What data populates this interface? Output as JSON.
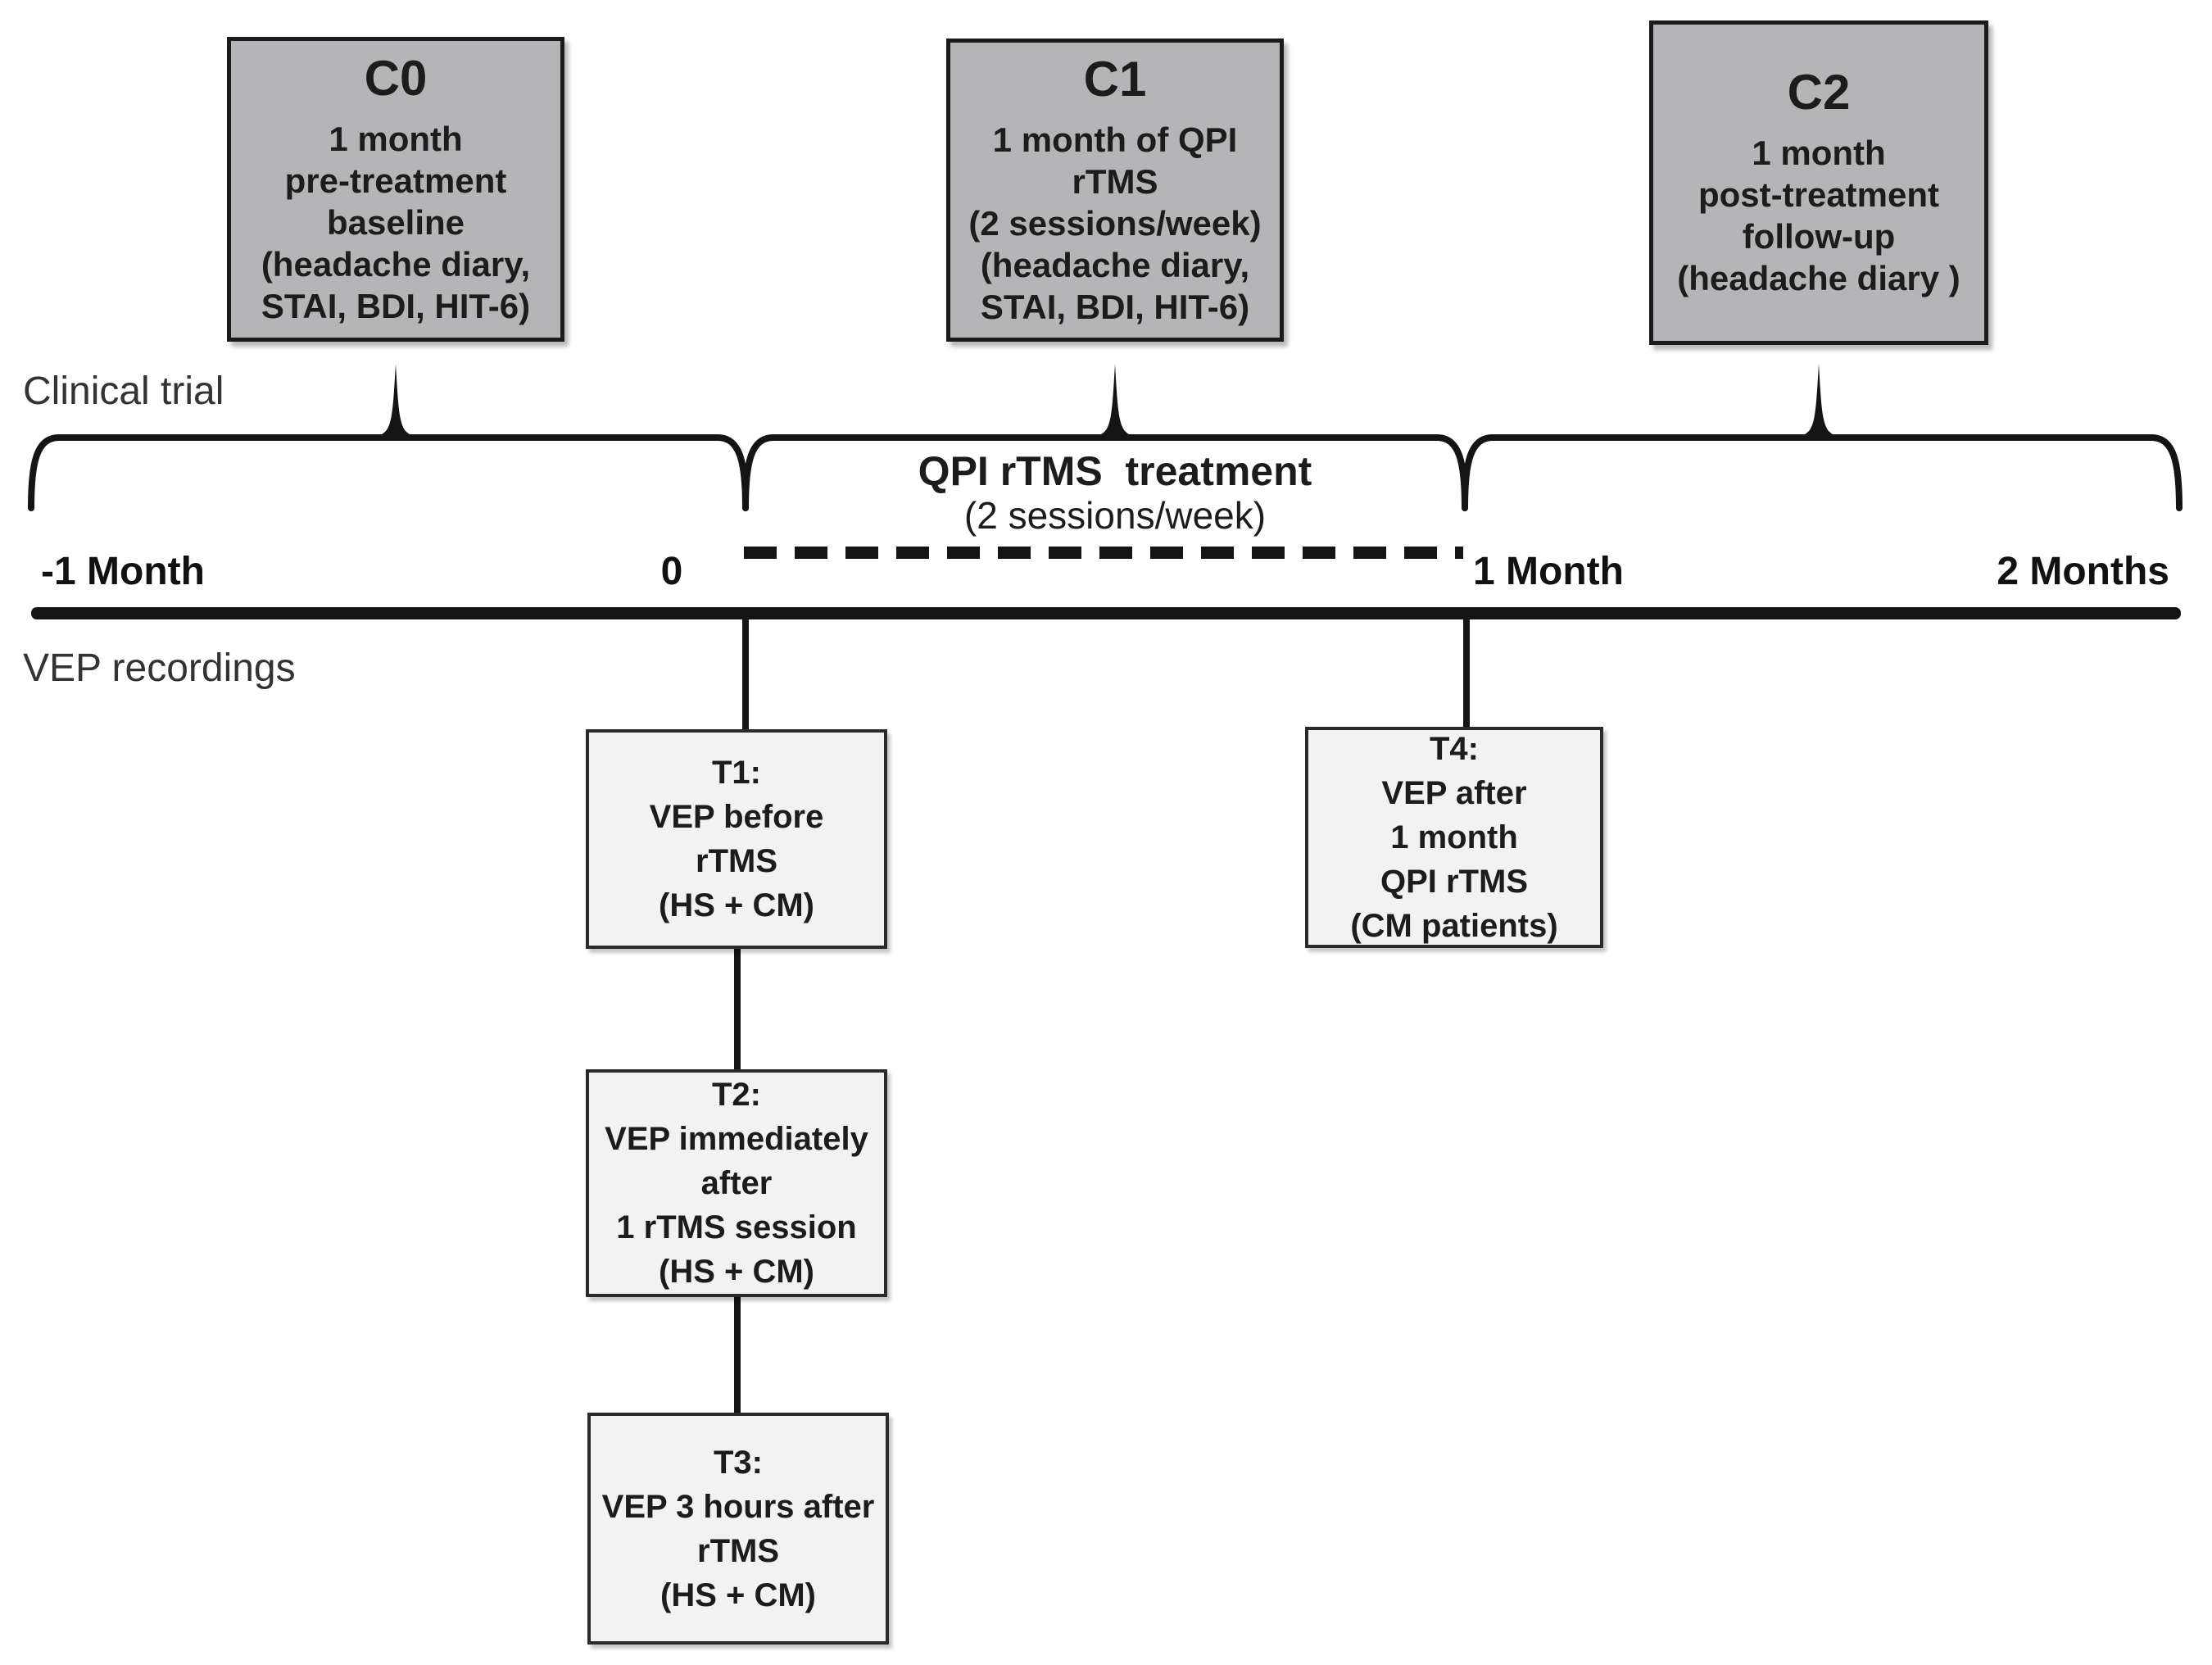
{
  "colors": {
    "c_box_fill": "#b5b5b7",
    "t_box_fill": "#f2f2f2",
    "line": "#141414",
    "text_primary": "#1c1c1c",
    "label_gray": "#333333"
  },
  "clinical": {
    "label": "Clinical trial",
    "boxes": [
      {
        "title": "C0",
        "lines": [
          "1 month",
          "pre-treatment baseline",
          "(headache diary,",
          "STAI, BDI, HIT-6)"
        ]
      },
      {
        "title": "C1",
        "lines": [
          "1 month of QPI rTMS",
          "(2 sessions/week)",
          "(headache diary,",
          "STAI, BDI, HIT-6)"
        ]
      },
      {
        "title": "C2",
        "lines": [
          "1 month",
          "post-treatment",
          "follow-up",
          "(headache diary )"
        ]
      }
    ]
  },
  "treatment": {
    "title": "QPI rTMS  treatment",
    "subtitle": "(2 sessions/week)"
  },
  "timeline": {
    "ticks": [
      "-1 Month",
      "0",
      "1 Month",
      "2 Months"
    ]
  },
  "vep": {
    "label": "VEP recordings",
    "boxes": [
      {
        "lines": [
          "T1:",
          "VEP before",
          "rTMS",
          "(HS + CM)"
        ]
      },
      {
        "lines": [
          "T2:",
          "VEP immediately",
          "after",
          "1 rTMS session",
          "(HS + CM)"
        ]
      },
      {
        "lines": [
          "T3:",
          "VEP 3 hours after",
          "rTMS",
          "(HS + CM)"
        ]
      },
      {
        "lines": [
          "T4:",
          "VEP after",
          "1 month",
          "QPI rTMS",
          "(CM patients)"
        ]
      }
    ]
  }
}
